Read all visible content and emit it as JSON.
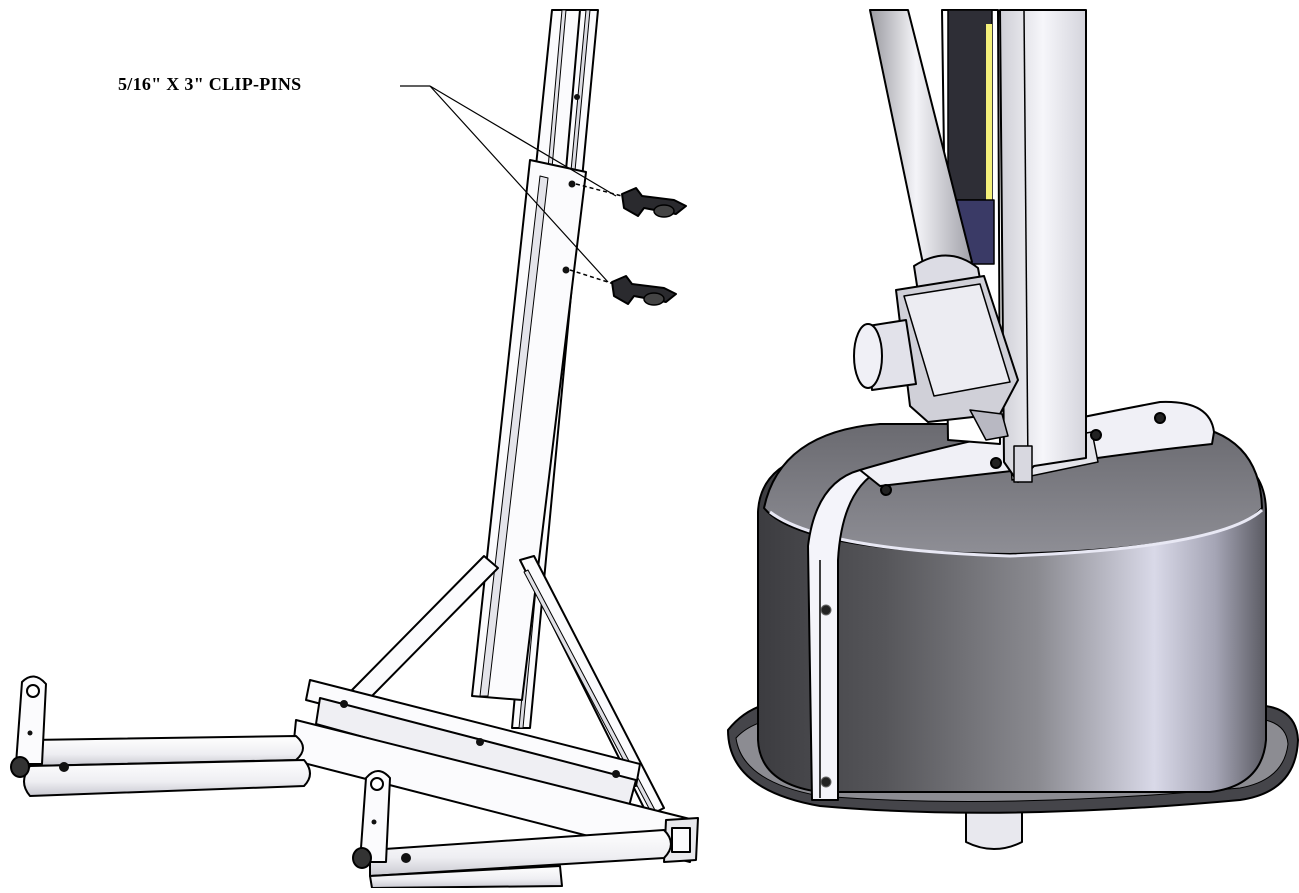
{
  "callout": {
    "label": "5/16\" X 3\" CLIP-PINS"
  },
  "figures": [
    {
      "name": "frame-assembly"
    },
    {
      "name": "base-cover-detail"
    }
  ]
}
